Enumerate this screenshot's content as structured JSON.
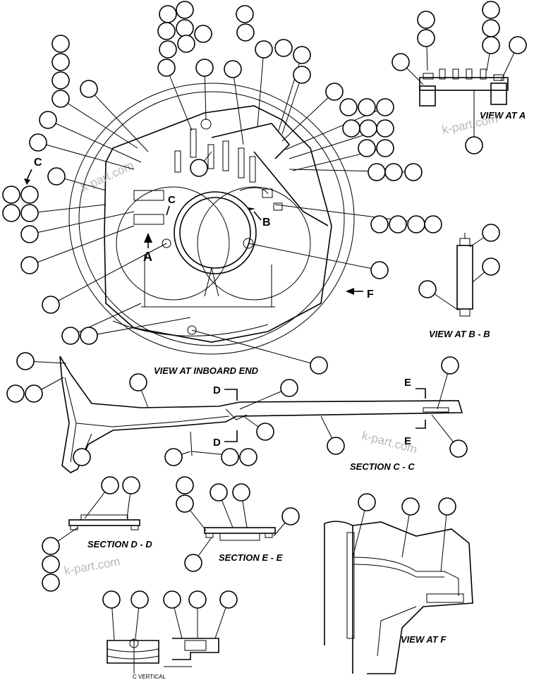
{
  "labels": {
    "view_at_a": "VIEW AT A",
    "view_at_inboard_end": "VIEW AT INBOARD END",
    "view_at_b_b": "VIEW AT B - B",
    "section_c_c": "SECTION C - C",
    "section_d_d": "SECTION D - D",
    "section_e_e": "SECTION E - E",
    "view_at_f": "VIEW AT F",
    "c_vertical": "C VERTICAL"
  },
  "arrows": {
    "a": "A",
    "b": "B",
    "c_left": "C",
    "c_mid": "C",
    "d_top": "D",
    "d_bottom": "D",
    "e_top": "E",
    "e_bottom": "E",
    "f": "F"
  },
  "watermark": "k-part.com"
}
